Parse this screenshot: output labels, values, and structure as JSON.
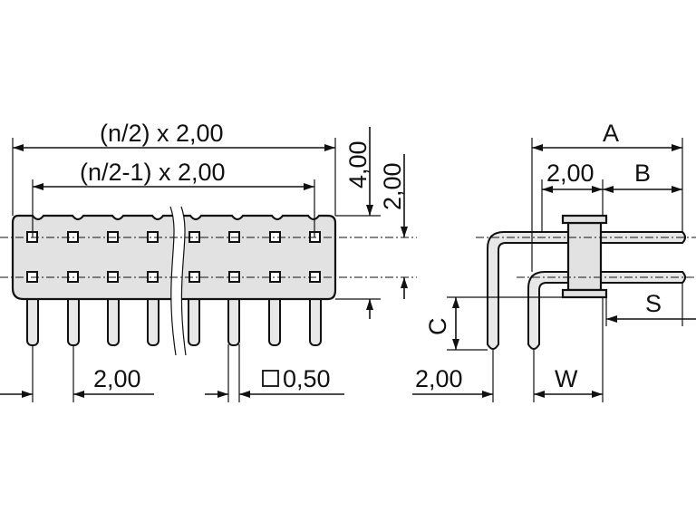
{
  "labels": {
    "total_width": "(n/2) x 2,00",
    "inner_width": "(n/2-1) x 2,00",
    "height_total": "4,00",
    "row_pitch": "2,00",
    "pitch_bottom": "2,00",
    "pin_square": "0,50",
    "dim_a": "A",
    "dim_pitch_side": "2,00",
    "dim_b": "B",
    "dim_s": "S",
    "dim_c": "C",
    "dim_left_side": "2,00",
    "dim_w": "W"
  },
  "colors": {
    "body_fill": "#e2e2e2",
    "line": "#111111",
    "background": "#ffffff"
  }
}
